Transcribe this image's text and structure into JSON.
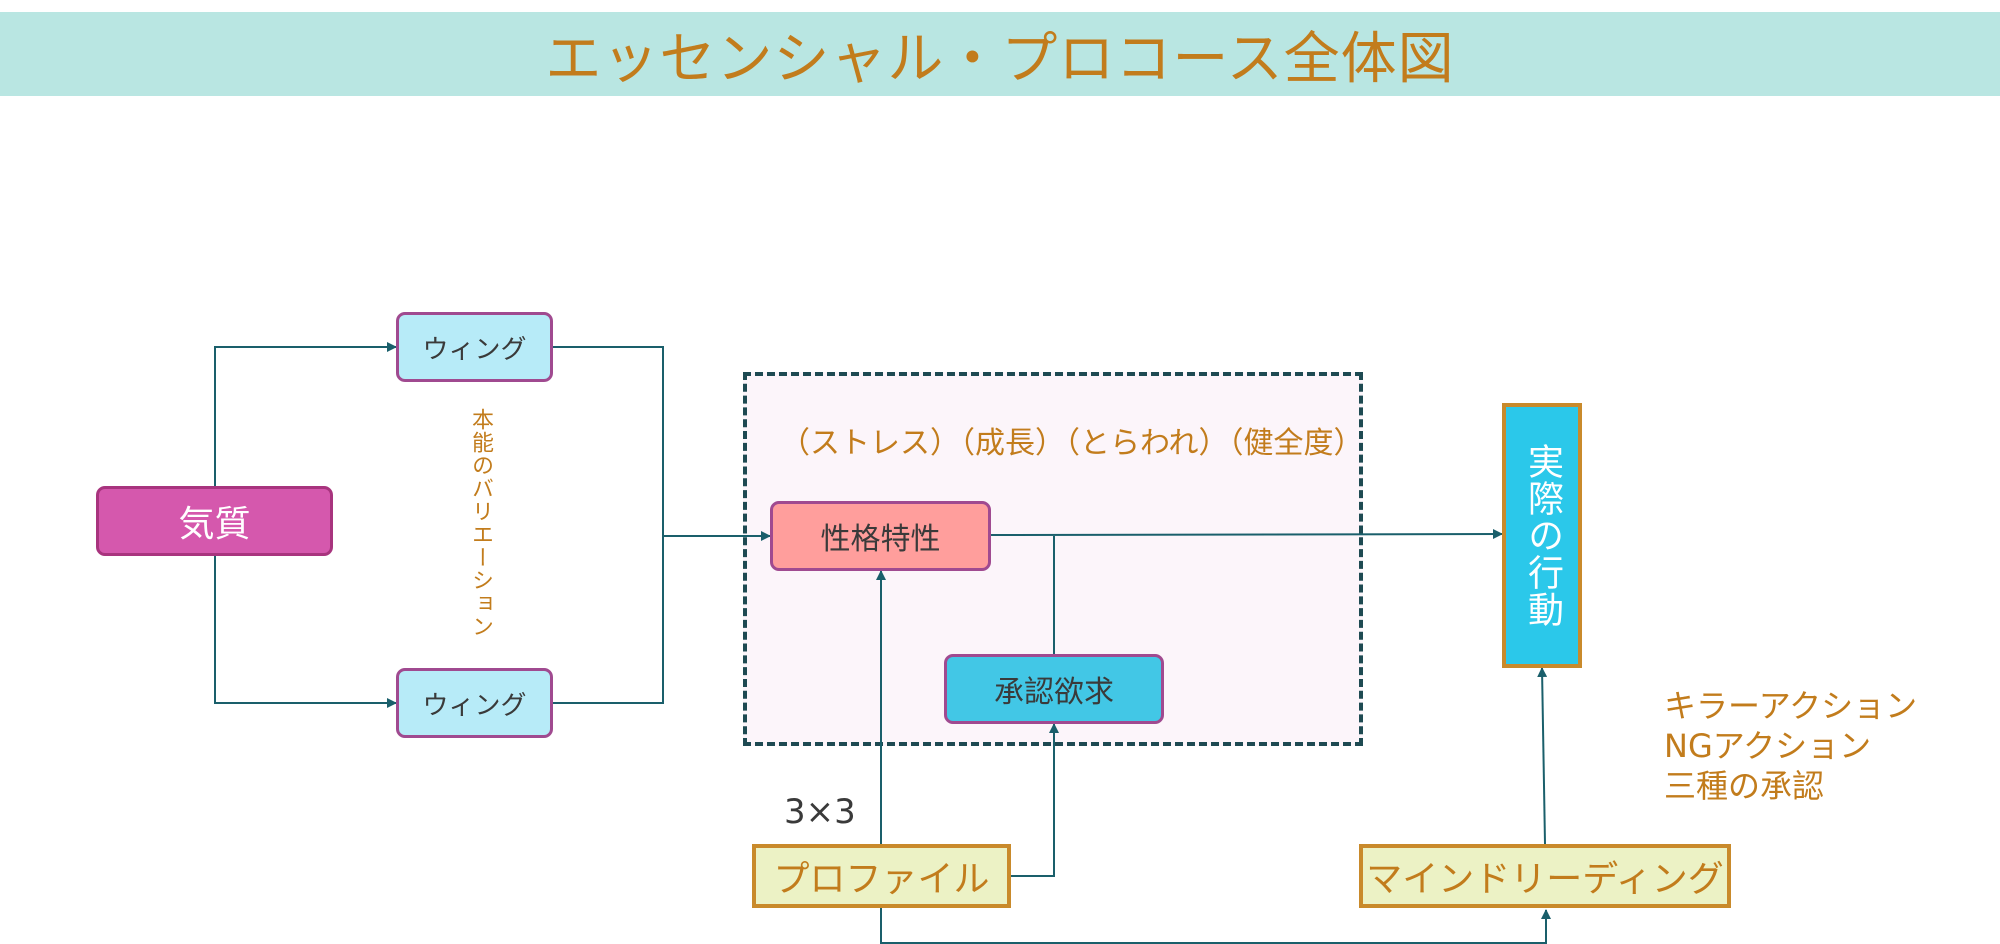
{
  "title": "エッセンシャル・プロコース全体図",
  "nodes": {
    "kishitsu": "気質",
    "wing_top": "ウィング",
    "wing_bottom": "ウィング",
    "instinct_variation": "本能のバリエーション",
    "factors": "（ストレス）（成長）（とらわれ）（健全度）",
    "personality": "性格特性",
    "approval": "承認欲求",
    "action": "実際の行動",
    "three_by_three": "3×3",
    "profile": "プロファイル",
    "mind_reading": "マインドリーディング"
  },
  "notes": [
    "キラーアクション",
    "NGアクション",
    "三種の承認"
  ],
  "colors": {
    "title_band": "#b9e6e2",
    "title_text": "#c27c1c",
    "connector": "#1a5f6b",
    "kishitsu_fill": "#d558ad",
    "kishitsu_border": "#a8347e",
    "wing_fill": "#b7ebf8",
    "wing_border": "#a04a90",
    "frame_fill": "#fcf5fa",
    "frame_border": "#1e4a52",
    "personality_fill": "#ff9e9c",
    "approval_fill": "#42c7e6",
    "action_fill": "#2bc8ea",
    "action_border": "#c98a2b",
    "tool_fill": "#ecf2c5",
    "tool_border": "#c98a2b",
    "orange_text": "#c27c1c",
    "dark_text": "#3a3a3a",
    "white_text": "#ffffff"
  }
}
